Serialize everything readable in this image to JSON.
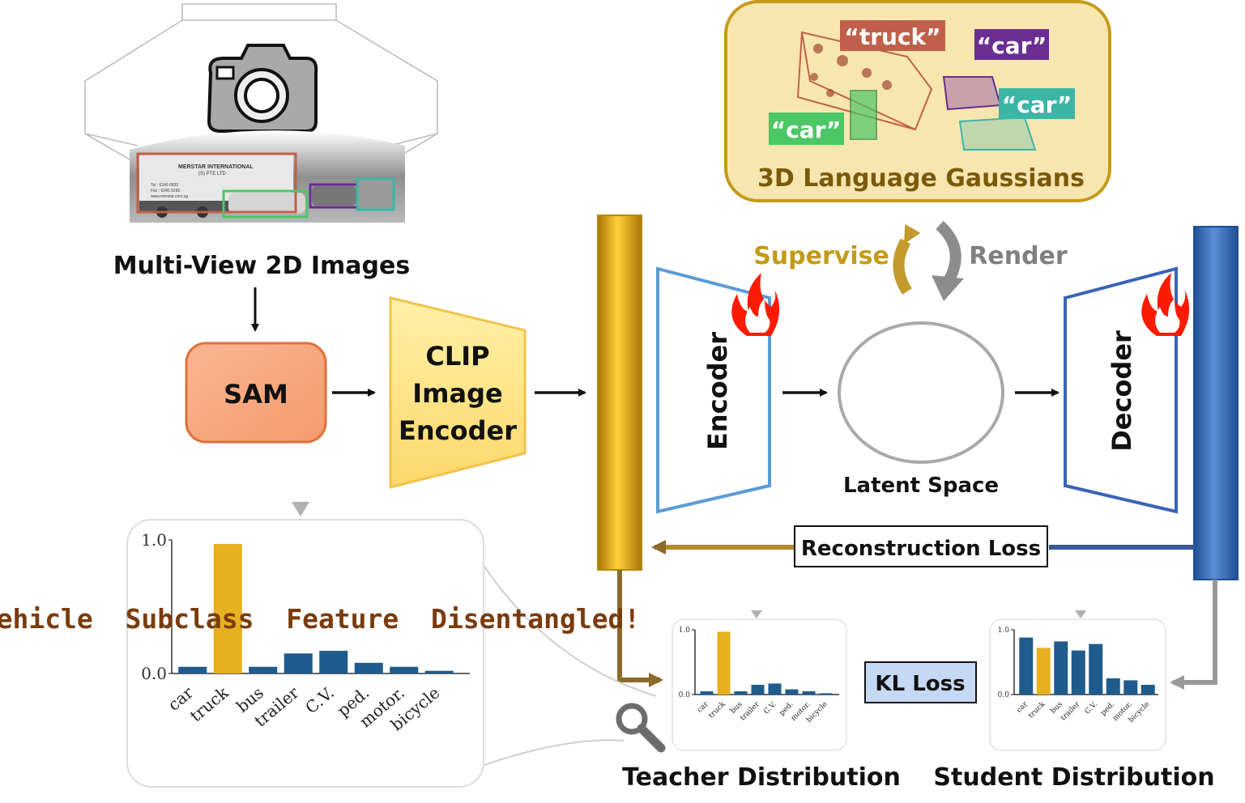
{
  "images": {
    "caption": "Multi-View 2D Images",
    "truck_text_line1": "MERSTAR INTERNATIONAL",
    "truck_text_line2": "(S) PTE LTD",
    "truck_text_line3": "Tel : 6345 6833",
    "truck_text_line4": "Fax : 6345 5266",
    "truck_text_line5": "www.merstar.com.sg"
  },
  "sam": {
    "label": "SAM"
  },
  "clip": {
    "line1": "CLIP",
    "line2": "Image",
    "line3": "Encoder"
  },
  "encoder": {
    "label": "Encoder"
  },
  "decoder": {
    "label": "Decoder"
  },
  "latent": {
    "label": "Latent Space"
  },
  "gaussians": {
    "title": "3D Language Gaussians",
    "tags": [
      "“truck”",
      "“car”",
      "“car”",
      "“car”"
    ]
  },
  "arrows": {
    "supervise": "Supervise",
    "render": "Render"
  },
  "losses": {
    "reconstruction": "Reconstruction Loss",
    "kl": "KL Loss"
  },
  "banner": "Vehicle  Subclass  Feature  Disentangled!",
  "teacher": {
    "caption": "Teacher Distribution"
  },
  "student": {
    "caption": "Student Distribution"
  },
  "colors": {
    "gold": "#e6a817",
    "blue": "#2e5fa8",
    "sam_fill": "#f5a27a",
    "clip_fill": "#fde68a",
    "banner": "#7a3b0c",
    "gaussian_bg": "#f8e6b0",
    "truck_tag": "#c0604a",
    "car_purple": "#6a2d91",
    "car_teal": "#3bb5a6",
    "car_green": "#4cc765"
  },
  "icons": [
    "camera-icon",
    "flame-icon",
    "magnifier-icon"
  ],
  "chart_data": [
    {
      "type": "bar",
      "name_hint": "zoomed-teacher",
      "categories": [
        "car",
        "truck",
        "bus",
        "trailer",
        "C.V.",
        "ped.",
        "motor.",
        "bicycle"
      ],
      "values": [
        0.05,
        0.97,
        0.05,
        0.15,
        0.17,
        0.08,
        0.05,
        0.02
      ],
      "highlight_index": 1,
      "ylim": [
        0,
        1.0
      ],
      "yticks": [
        "0.0",
        "1.0"
      ]
    },
    {
      "type": "bar",
      "name_hint": "teacher",
      "categories": [
        "car",
        "truck",
        "bus",
        "trailer",
        "C.V.",
        "ped.",
        "motor.",
        "bicycle"
      ],
      "values": [
        0.05,
        0.97,
        0.05,
        0.15,
        0.17,
        0.08,
        0.05,
        0.02
      ],
      "highlight_index": 1,
      "ylim": [
        0,
        1.0
      ],
      "yticks": [
        "0.0",
        "1.0"
      ]
    },
    {
      "type": "bar",
      "name_hint": "student",
      "categories": [
        "car",
        "truck",
        "bus",
        "trailer",
        "C.V.",
        "ped.",
        "motor.",
        "bicycle"
      ],
      "values": [
        0.88,
        0.72,
        0.82,
        0.68,
        0.78,
        0.25,
        0.22,
        0.15
      ],
      "highlight_index": 1,
      "ylim": [
        0,
        1.0
      ],
      "yticks": [
        "0.0",
        "1.0"
      ]
    }
  ]
}
